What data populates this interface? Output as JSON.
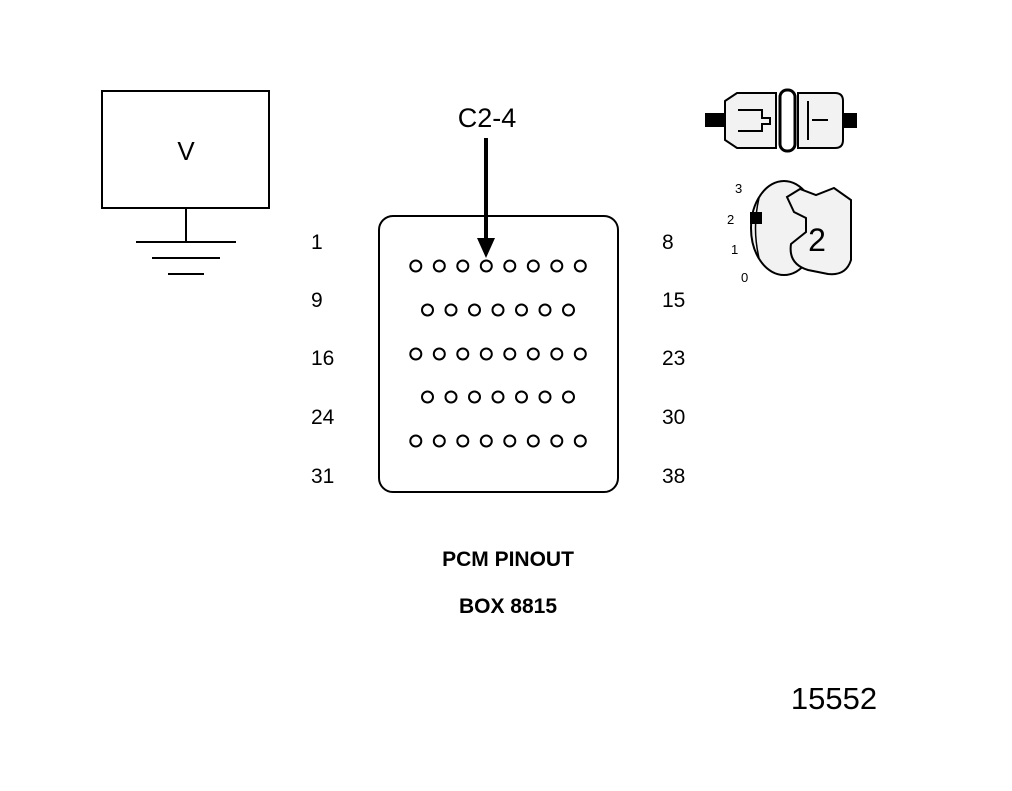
{
  "voltmeter": {
    "label": "V"
  },
  "connector_callout": {
    "label": "C2-4"
  },
  "pin_labels": {
    "left": [
      "1",
      "9",
      "16",
      "24",
      "31"
    ],
    "right": [
      "8",
      "15",
      "23",
      "30",
      "38"
    ]
  },
  "pin_rows": [
    8,
    7,
    8,
    7,
    8
  ],
  "ignition_key": {
    "positions": [
      "3",
      "2",
      "1",
      "0"
    ],
    "selected_position": "2"
  },
  "caption": {
    "line1": "PCM PINOUT",
    "line2": "BOX 8815"
  },
  "figure_number": "15552",
  "colors": {
    "ink": "#000000",
    "background": "#ffffff"
  }
}
